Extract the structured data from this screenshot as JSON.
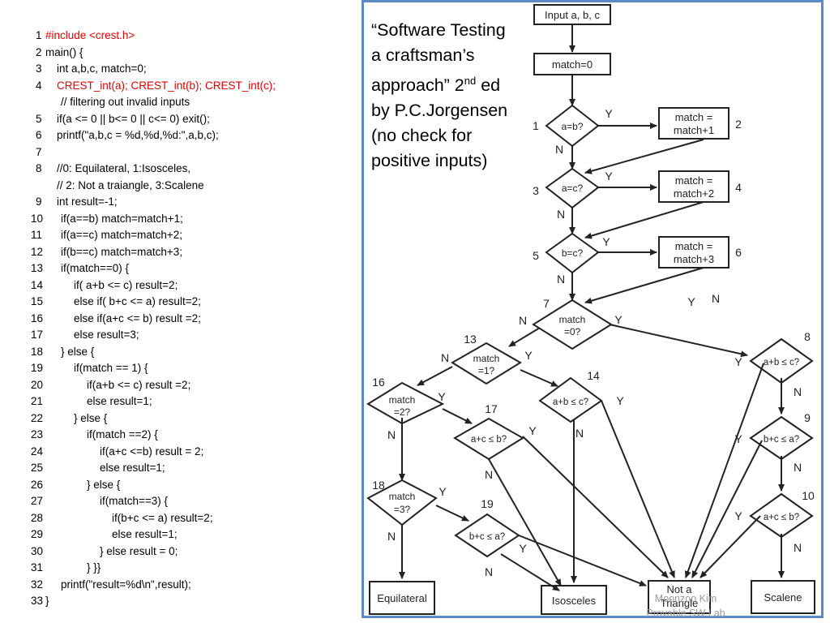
{
  "code": {
    "lines": [
      {
        "n": "1",
        "parts": [
          {
            "t": "#include <crest.h>",
            "red": true
          }
        ],
        "indent": 1
      },
      {
        "n": "2",
        "parts": [
          {
            "t": "main() {"
          }
        ],
        "indent": 1
      },
      {
        "n": "3",
        "parts": [
          {
            "t": "int a,b,c, match=0;"
          }
        ],
        "indent": 2
      },
      {
        "n": "4",
        "parts": [
          {
            "t": "CREST_int(a); CREST_int(b); CREST_int(c);",
            "red": true
          }
        ],
        "indent": 2
      },
      {
        "n": "",
        "parts": [
          {
            "t": "// filtering out invalid inputs"
          }
        ],
        "indent": 3
      },
      {
        "n": "5",
        "parts": [
          {
            "t": "if(a <= 0 || b<= 0 || c<= 0) exit();"
          }
        ],
        "indent": 2
      },
      {
        "n": "6",
        "parts": [
          {
            "t": "printf(\"a,b,c = %d,%d,%d:\",a,b,c);"
          }
        ],
        "indent": 2
      },
      {
        "n": "7",
        "parts": [
          {
            "t": ""
          }
        ],
        "indent": 2
      },
      {
        "n": "8",
        "parts": [
          {
            "t": "//0: Equilateral, 1:Isosceles,"
          }
        ],
        "indent": 2
      },
      {
        "n": "",
        "parts": [
          {
            "t": "// 2: Not a traiangle, 3:Scalene"
          }
        ],
        "indent": 2
      },
      {
        "n": "9",
        "parts": [
          {
            "t": "int result=-1;"
          }
        ],
        "indent": 2
      },
      {
        "n": "10",
        "parts": [
          {
            "t": "if(a==b) match=match+1;"
          }
        ],
        "indent": 3
      },
      {
        "n": "11",
        "parts": [
          {
            "t": "if(a==c) match=match+2;"
          }
        ],
        "indent": 3
      },
      {
        "n": "12",
        "parts": [
          {
            "t": "if(b==c) match=match+3;"
          }
        ],
        "indent": 3
      },
      {
        "n": "13",
        "parts": [
          {
            "t": "if(match==0) {"
          }
        ],
        "indent": 3
      },
      {
        "n": "14",
        "parts": [
          {
            "t": "if( a+b <= c) result=2;"
          }
        ],
        "indent": 4
      },
      {
        "n": "15",
        "parts": [
          {
            "t": "else if( b+c <= a) result=2;"
          }
        ],
        "indent": 4
      },
      {
        "n": "16",
        "parts": [
          {
            "t": "else if(a+c <= b) result =2;"
          }
        ],
        "indent": 4
      },
      {
        "n": "17",
        "parts": [
          {
            "t": "else result=3;"
          }
        ],
        "indent": 4
      },
      {
        "n": "18",
        "parts": [
          {
            "t": "} else {"
          }
        ],
        "indent": 3
      },
      {
        "n": "19",
        "parts": [
          {
            "t": "if(match == 1) {"
          }
        ],
        "indent": 4
      },
      {
        "n": "20",
        "parts": [
          {
            "t": "if(a+b <= c) result =2;"
          }
        ],
        "indent": 5
      },
      {
        "n": "21",
        "parts": [
          {
            "t": "else result=1;"
          }
        ],
        "indent": 5
      },
      {
        "n": "22",
        "parts": [
          {
            "t": "} else {"
          }
        ],
        "indent": 4
      },
      {
        "n": "23",
        "parts": [
          {
            "t": "if(match ==2) {"
          }
        ],
        "indent": 5
      },
      {
        "n": "24",
        "parts": [
          {
            "t": "if(a+c <=b) result = 2;"
          }
        ],
        "indent": 6
      },
      {
        "n": "25",
        "parts": [
          {
            "t": "else result=1;"
          }
        ],
        "indent": 6
      },
      {
        "n": "26",
        "parts": [
          {
            "t": "} else {"
          }
        ],
        "indent": 5
      },
      {
        "n": "27",
        "parts": [
          {
            "t": "if(match==3) {"
          }
        ],
        "indent": 6
      },
      {
        "n": "28",
        "parts": [
          {
            "t": "if(b+c <= a) result=2;"
          }
        ],
        "indent": 7
      },
      {
        "n": "29",
        "parts": [
          {
            "t": "else result=1;"
          }
        ],
        "indent": 7
      },
      {
        "n": "30",
        "parts": [
          {
            "t": "} else result = 0;"
          }
        ],
        "indent": 6
      },
      {
        "n": "31",
        "parts": [
          {
            "t": "} }}"
          }
        ],
        "indent": 5
      },
      {
        "n": "32",
        "parts": [
          {
            "t": "printf(\"result=%d\\n\",result);"
          }
        ],
        "indent": 3
      },
      {
        "n": "33",
        "parts": [
          {
            "t": "}"
          }
        ],
        "indent": 1
      }
    ]
  },
  "quote": {
    "line1": "“Software Testing",
    "line2": "a craftsman’s",
    "line3_pre": "approach” 2",
    "line3_sup": "nd",
    "line3_post": " ed",
    "line4": "by P.C.Jorgensen",
    "line5": "(no check for",
    "line6": "positive inputs)"
  },
  "flowchart": {
    "nodes": {
      "input": "Input a, b, c",
      "init": "match=0",
      "d1": "a=b?",
      "p2": [
        "match =",
        "match+1"
      ],
      "d3": "a=c?",
      "p4": [
        "match =",
        "match+2"
      ],
      "d5": "b=c?",
      "p6": [
        "match =",
        "match+3"
      ],
      "d7": [
        "match",
        "=0?"
      ],
      "d8": "a+b ≤ c?",
      "d9": "b+c ≤ a?",
      "d10": "a+c ≤ b?",
      "d13": [
        "match",
        "=1?"
      ],
      "d14": "a+b ≤ c?",
      "d16": [
        "match",
        "=2?"
      ],
      "d17": "a+c ≤ b?",
      "d18": [
        "match",
        "=3?"
      ],
      "d19": "b+c ≤ a?",
      "equilateral": "Equilateral",
      "isosceles": "Isosceles",
      "not_triangle": [
        "Not a",
        "Triangle"
      ],
      "scalene": "Scalene"
    },
    "numbers": {
      "n1": "1",
      "n2": "2",
      "n3": "3",
      "n4": "4",
      "n5": "5",
      "n6": "6",
      "n7": "7",
      "n8": "8",
      "n9": "9",
      "n10": "10",
      "n13": "13",
      "n14": "14",
      "n16": "16",
      "n17": "17",
      "n18": "18",
      "n19": "19"
    },
    "branch_labels": {
      "yes": "Y",
      "no": "N"
    }
  },
  "watermark": {
    "line1": "Moonzoo Kim",
    "line2": "Provable SW Lab"
  }
}
